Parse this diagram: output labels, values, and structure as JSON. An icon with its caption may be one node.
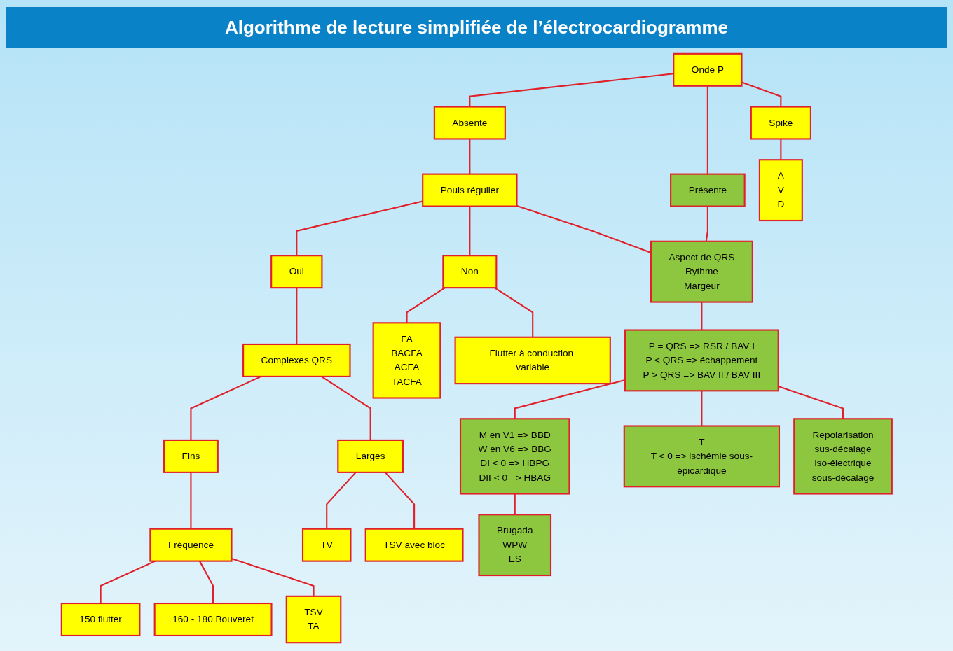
{
  "diagram": {
    "title": "Algorithme de lecture simplifiée de l’électrocardiogramme",
    "nodes": [
      {
        "text": [
          "Onde P"
        ]
      },
      {
        "text": [
          "Absente"
        ]
      },
      {
        "text": [
          "Présente"
        ]
      },
      {
        "text": [
          "Spike"
        ]
      },
      {
        "text": [
          "Pouls régulier"
        ]
      },
      {
        "text": [
          "Aspect de QRS",
          "Rythme",
          "Margeur"
        ]
      },
      {
        "text": [
          "A",
          "V",
          "D"
        ]
      },
      {
        "text": [
          "Oui"
        ]
      },
      {
        "text": [
          "Non"
        ]
      },
      {
        "text": [
          "Complexes QRS"
        ]
      },
      {
        "text": [
          "FA",
          "BACFA",
          "ACFA",
          "TACFA"
        ]
      },
      {
        "text": [
          "Flutter à conduction variable"
        ]
      },
      {
        "text": [
          "Fins"
        ]
      },
      {
        "text": [
          "Larges"
        ]
      },
      {
        "text": [
          "Fréquence"
        ]
      },
      {
        "text": [
          "TV"
        ]
      },
      {
        "text": [
          "TSV avec bloc"
        ]
      },
      {
        "text": [
          "150 flutter"
        ]
      },
      {
        "text": [
          "160 - 180 Bouveret"
        ]
      },
      {
        "text": [
          "TSV",
          "TA"
        ]
      },
      {
        "text": [
          "P = QRS => RSR / BAV I",
          "P < QRS => échappement",
          "P > QRS => BAV II / BAV III"
        ]
      },
      {
        "text": [
          "M en V1 => BBD",
          "W en V6 => BBG",
          "DI < 0 => HBPG",
          "DII < 0 => HBAG"
        ]
      },
      {
        "text": [
          "T",
          "T < 0 => ischémie sous-épicardique"
        ]
      },
      {
        "text": [
          "Brugada",
          "WPW",
          "ES"
        ]
      },
      {
        "text": [
          "Repolarisation",
          "sus-décalage",
          "iso-électrique",
          "sous-décalage"
        ]
      }
    ],
    "edges": [
      {
        "from": 0,
        "to": 1,
        "arrow": "none"
      },
      {
        "from": 0,
        "to": 2,
        "arrow": "none"
      },
      {
        "from": 0,
        "to": 3,
        "arrow": "none"
      },
      {
        "from": 1,
        "to": 4,
        "arrow": "none"
      },
      {
        "from": 2,
        "to": 5,
        "arrow": "none"
      },
      {
        "from": 3,
        "to": 6,
        "arrow": "none"
      },
      {
        "from": 4,
        "to": 5,
        "arrow": "none"
      },
      {
        "from": 4,
        "to": 7,
        "arrow": "none"
      },
      {
        "from": 4,
        "to": 8,
        "arrow": "none"
      },
      {
        "from": 5,
        "to": 20,
        "arrow": "none"
      },
      {
        "from": 7,
        "to": 9,
        "arrow": "none"
      },
      {
        "from": 8,
        "to": 10,
        "arrow": "none"
      },
      {
        "from": 8,
        "to": 11,
        "arrow": "none"
      },
      {
        "from": 9,
        "to": 12,
        "arrow": "none"
      },
      {
        "from": 9,
        "to": 13,
        "arrow": "none"
      },
      {
        "from": 12,
        "to": 14,
        "arrow": "none"
      },
      {
        "from": 13,
        "to": 15,
        "arrow": "none"
      },
      {
        "from": 13,
        "to": 16,
        "arrow": "none"
      },
      {
        "from": 14,
        "to": 17,
        "arrow": "none"
      },
      {
        "from": 14,
        "to": 18,
        "arrow": "none"
      },
      {
        "from": 14,
        "to": 19,
        "arrow": "none"
      },
      {
        "from": 20,
        "to": 21,
        "arrow": "none"
      },
      {
        "from": 20,
        "to": 22,
        "arrow": "none"
      },
      {
        "from": 20,
        "to": 24,
        "arrow": "none"
      },
      {
        "from": 21,
        "to": 23,
        "arrow": "none"
      }
    ]
  }
}
